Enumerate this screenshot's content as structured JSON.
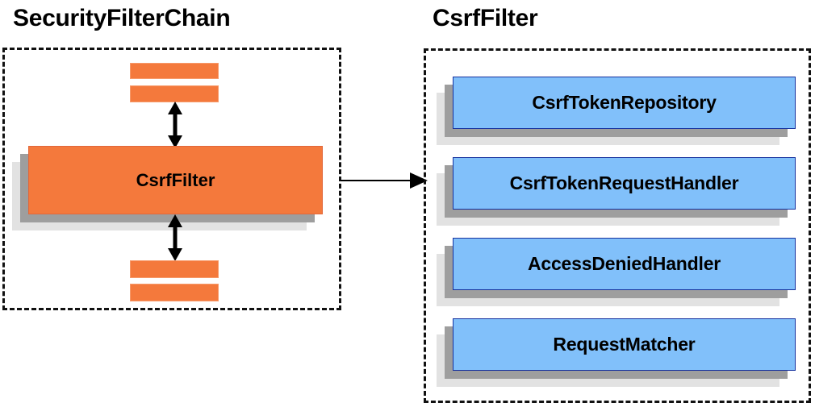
{
  "diagram": {
    "title_left": "SecurityFilterChain",
    "title_right": "CsrfFilter",
    "colors": {
      "orange": "#f4793c",
      "blue": "#81c0fa",
      "blue_border": "#16319e",
      "shadow_dark": "#9e9e9e",
      "shadow_light": "#e2e2e2",
      "outline": "#111111",
      "arrow": "#000000"
    }
  },
  "chain_panel": {
    "filter_label": "CsrfFilter",
    "upper_bars": [
      "",
      ""
    ],
    "lower_bars": [
      "",
      ""
    ],
    "arrow_up_label": "",
    "arrow_down_label": ""
  },
  "filter_panel": {
    "components": [
      {
        "label": "CsrfTokenRepository"
      },
      {
        "label": "CsrfTokenRequestHandler"
      },
      {
        "label": "AccessDeniedHandler"
      },
      {
        "label": "RequestMatcher"
      }
    ]
  },
  "connector": {
    "label": ""
  }
}
